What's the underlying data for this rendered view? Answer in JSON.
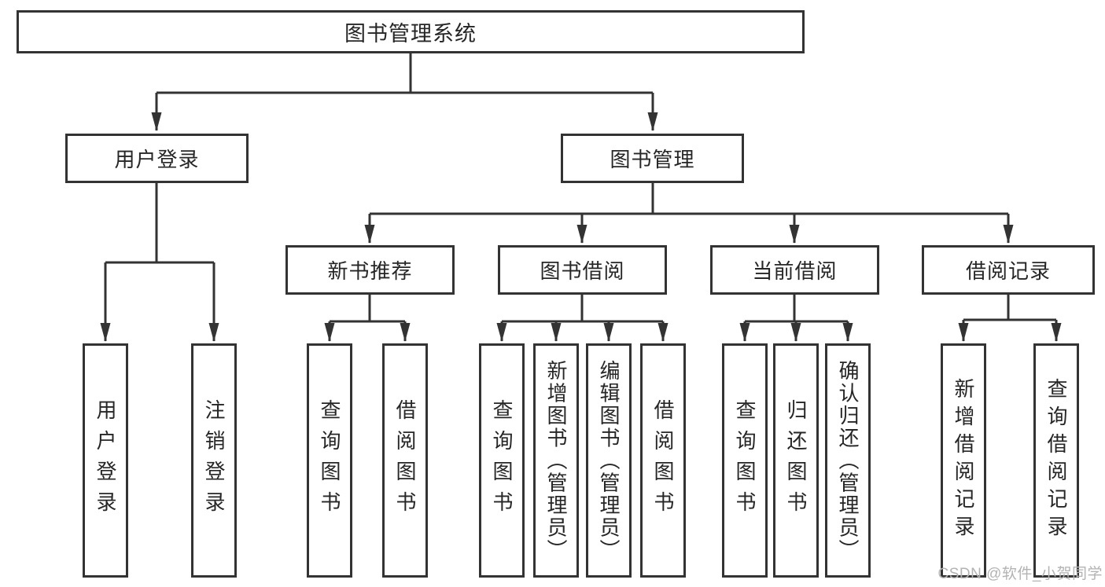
{
  "tree": {
    "root": {
      "label": "图书管理系统",
      "children": [
        {
          "label": "用户登录",
          "children": [
            {
              "label": "用户登录"
            },
            {
              "label": "注销登录"
            }
          ]
        },
        {
          "label": "图书管理",
          "children": [
            {
              "label": "新书推荐",
              "children": [
                {
                  "label": "查询图书"
                },
                {
                  "label": "借阅图书"
                }
              ]
            },
            {
              "label": "图书借阅",
              "children": [
                {
                  "label": "查询图书"
                },
                {
                  "label": "新增图书（管理员）"
                },
                {
                  "label": "编辑图书（管理员）"
                },
                {
                  "label": "借阅图书"
                }
              ]
            },
            {
              "label": "当前借阅",
              "children": [
                {
                  "label": "查询图书"
                },
                {
                  "label": "归还图书"
                },
                {
                  "label": "确认归还（管理员）"
                }
              ]
            },
            {
              "label": "借阅记录",
              "children": [
                {
                  "label": "新增借阅记录"
                },
                {
                  "label": "查询借阅记录"
                }
              ]
            }
          ]
        }
      ]
    }
  },
  "watermark": {
    "text": "CSDN @软件_小贺同学"
  },
  "colors": {
    "line": "#333333",
    "text": "#262626",
    "watermark": "#b3b3b3",
    "background": "#ffffff"
  }
}
